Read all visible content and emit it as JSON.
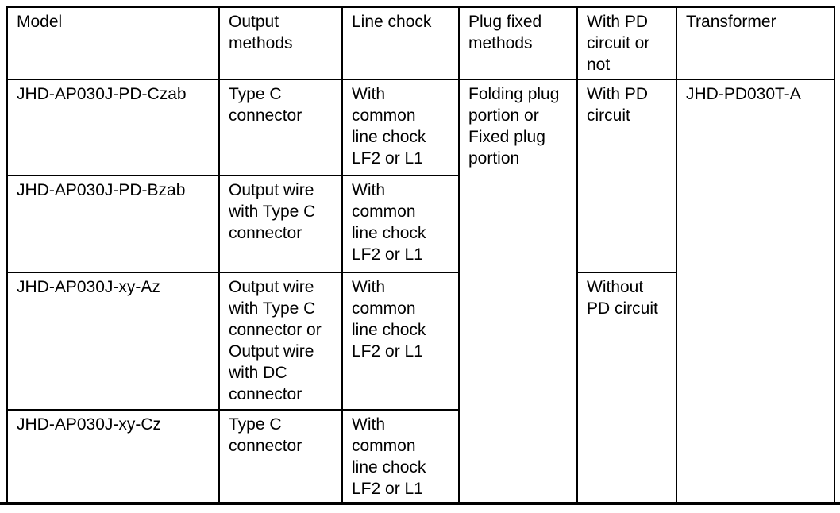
{
  "page": {
    "background_color": "#ffffff",
    "text_color": "#000000",
    "border_color": "#000000"
  },
  "table": {
    "columns": [
      {
        "label": "Model"
      },
      {
        "label": "Output\nmethods"
      },
      {
        "label": "Line chock"
      },
      {
        "label": "Plug fixed\nmethods"
      },
      {
        "label": "With PD\ncircuit or\nnot"
      },
      {
        "label": "Transformer"
      }
    ],
    "rows": [
      {
        "model": "JHD-AP030J-PD-Czab",
        "output_method": "Type C\nconnector",
        "line_chock": "With\ncommon\nline chock\nLF2 or L1"
      },
      {
        "model": "JHD-AP030J-PD-Bzab",
        "output_method": "Output wire\nwith Type C\nconnector",
        "line_chock": "With\ncommon\nline chock\nLF2 or L1"
      },
      {
        "model": "JHD-AP030J-xy-Az",
        "output_method": "Output wire\nwith Type C\nconnector or\nOutput wire\nwith DC\nconnector",
        "line_chock": "With\ncommon\nline chock\nLF2 or L1"
      },
      {
        "model": "JHD-AP030J-xy-Cz",
        "output_method": "Type C\nconnector",
        "line_chock": "With\ncommon\nline chock\nLF2 or L1"
      }
    ],
    "merged_cells": {
      "plug_fixed_methods": "Folding plug\nportion or\nFixed plug\nportion",
      "pd_with": "With PD\ncircuit",
      "pd_without": "Without\nPD circuit",
      "transformer": "JHD-PD030T-A"
    }
  }
}
